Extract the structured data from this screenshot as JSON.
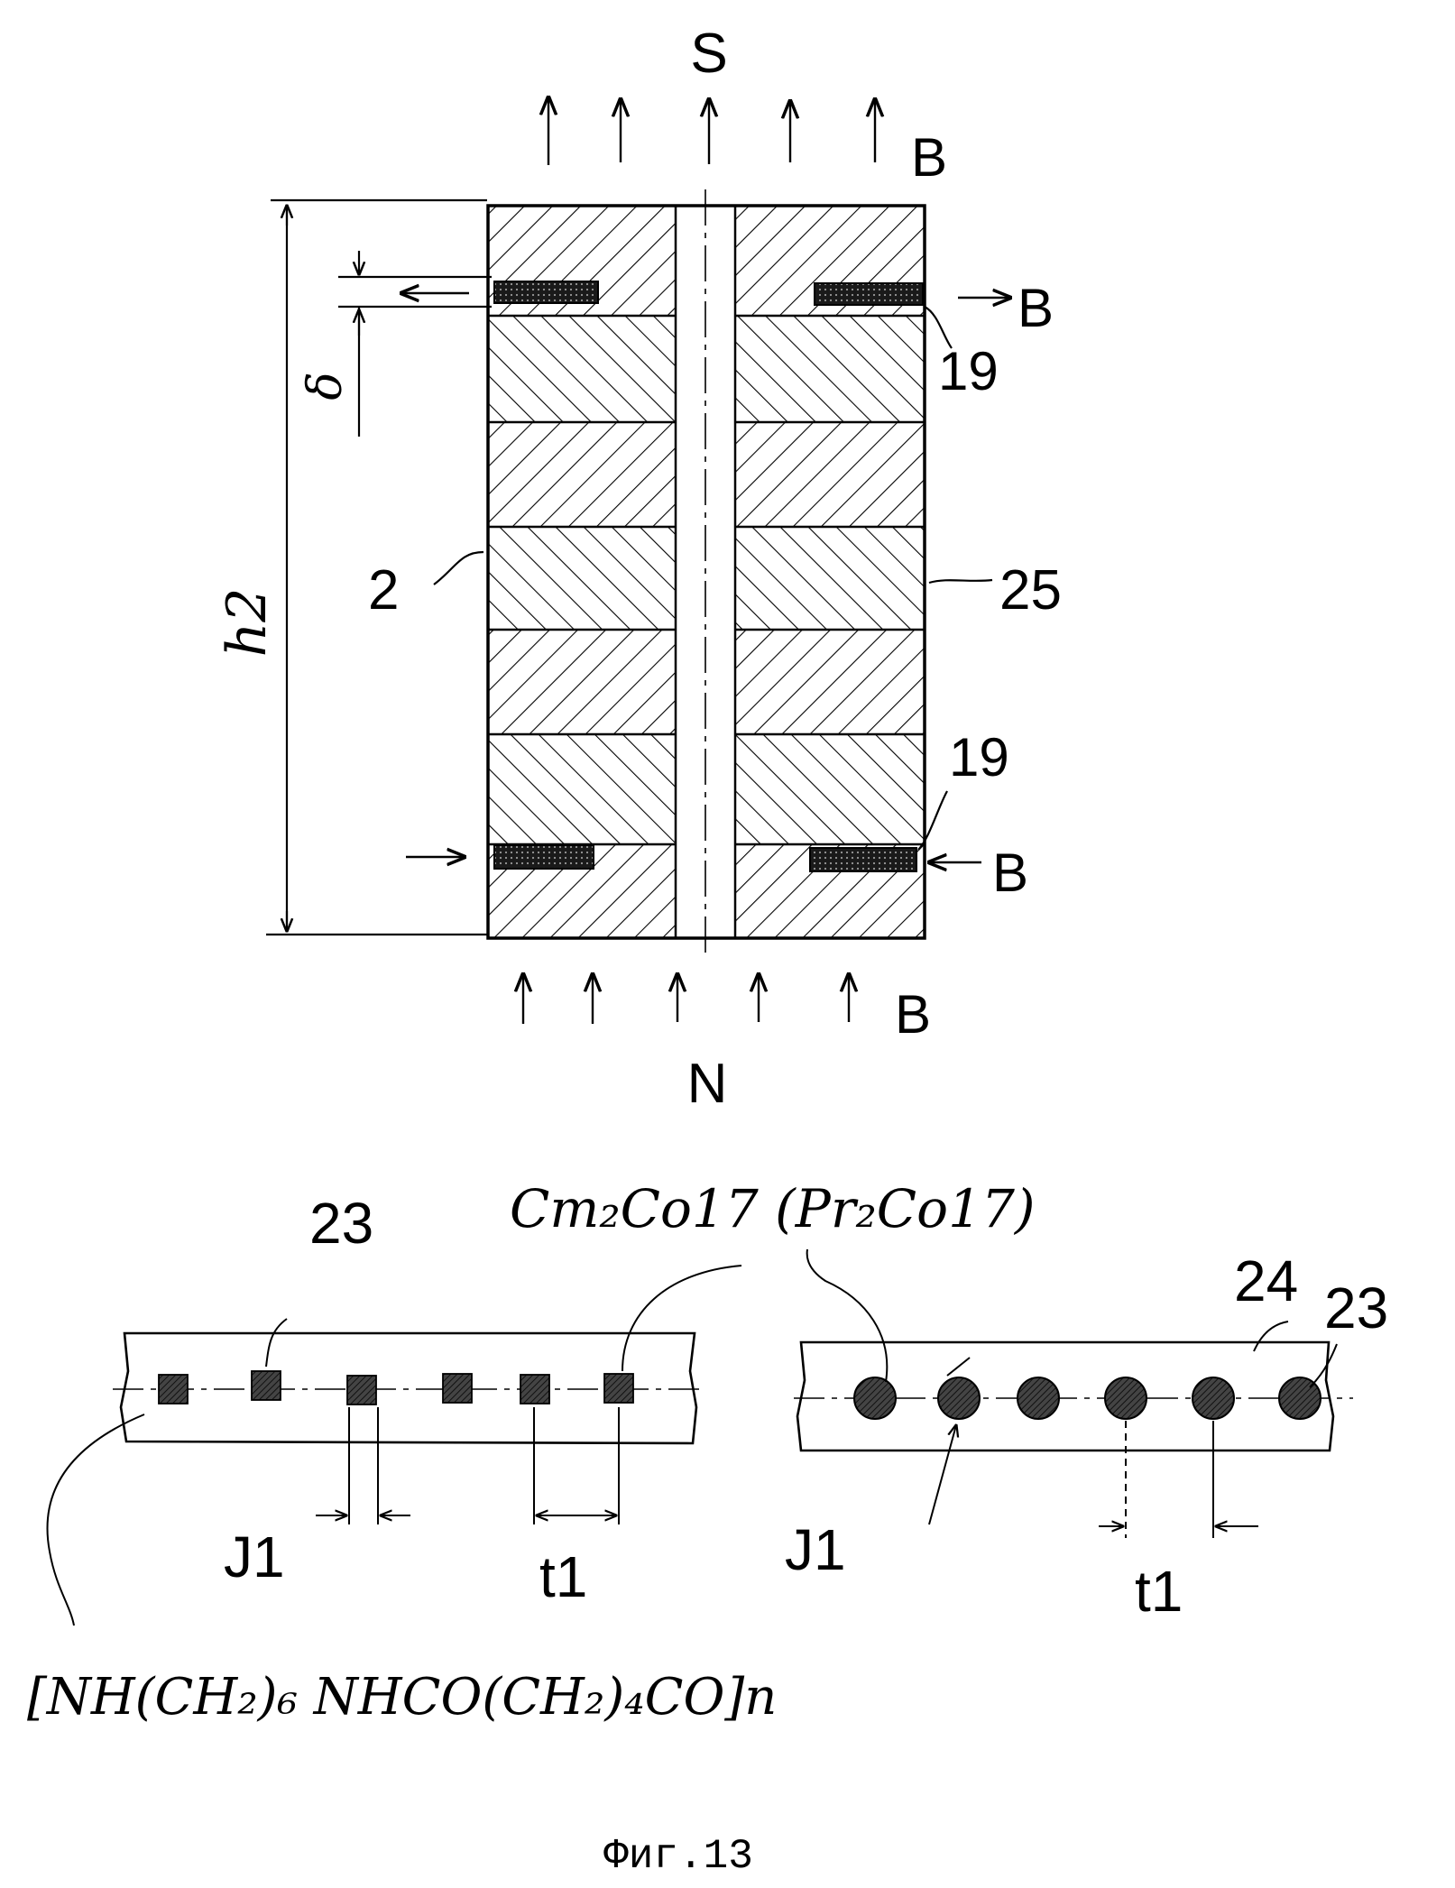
{
  "figure": {
    "caption": "Фиг.13",
    "poles": {
      "top": "S",
      "bottom": "N"
    },
    "field_label": "B",
    "dimension_labels": {
      "height": "h2",
      "layer": "δ"
    },
    "part_labels": {
      "matrix": "2",
      "right_label": "25",
      "insert_top": "19",
      "insert_bottom": "19",
      "particle_left": "23",
      "particle_right": "23",
      "band_right": "24"
    },
    "pitch_labels": {
      "left_size": "J1",
      "left_pitch": "t1",
      "right_size": "J1",
      "right_pitch": "t1"
    },
    "material_formula": "Cm₂Co17 (Pr₂Co17)",
    "polymer_formula": "[NH(CH₂)₆ NHCO(CH₂)₄CO]n"
  }
}
